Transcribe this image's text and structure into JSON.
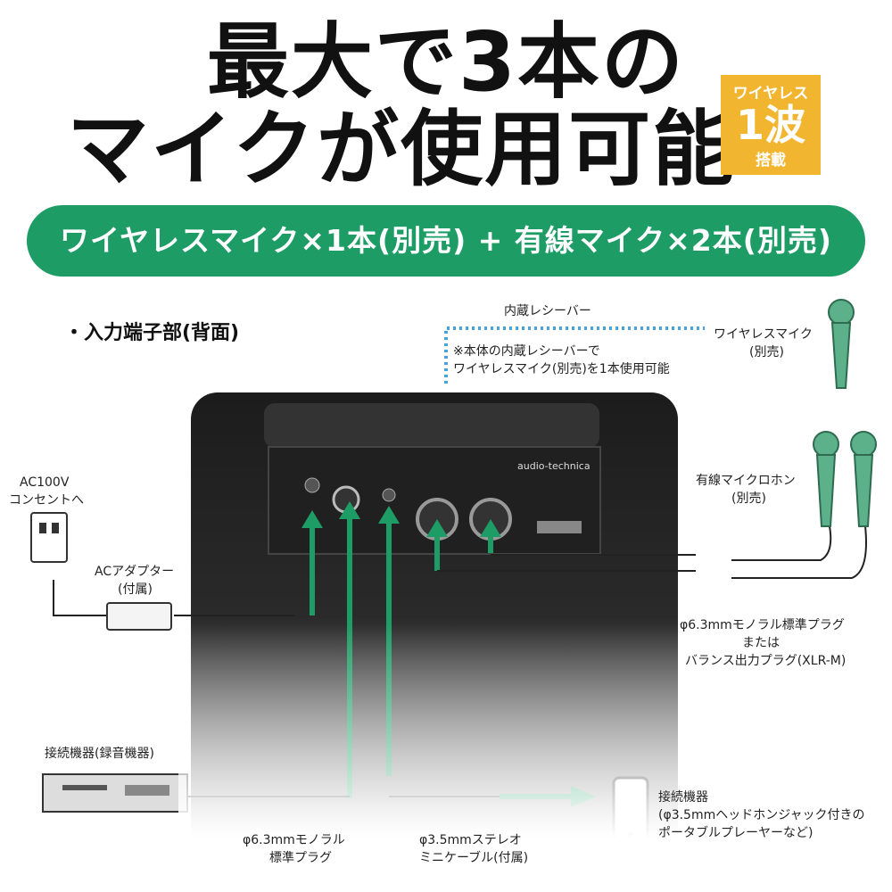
{
  "headline": {
    "line1": "最大で3本の",
    "line2": "マイクが使用可能"
  },
  "badge": {
    "top": "ワイヤレス",
    "middle": "1波",
    "bottom": "搭載"
  },
  "banner": {
    "text": "ワイヤレスマイク×1本(別売) + 有線マイク×2本(別売)"
  },
  "section_title": "・入力端子部(背面)",
  "labels": {
    "receiver": "内蔵レシーバー",
    "receiver_note_1": "※本体の内蔵レシーバーで",
    "receiver_note_2": "ワイヤレスマイク(別売)を1本使用可能",
    "wireless_mic_1": "ワイヤレスマイク",
    "wireless_mic_2": "(別売)",
    "ac_1": "AC100V",
    "ac_2": "コンセントへ",
    "adapter_1": "ACアダプター",
    "adapter_2": "(付属)",
    "wired_mic_1": "有線マイクロホン",
    "wired_mic_2": "(別売)",
    "plug_1": "φ6.3mmモノラル標準プラグ",
    "plug_2": "または",
    "plug_3": "バランス出力プラグ(XLR-M)",
    "device_rec": "接続機器(録音機器)",
    "mono_plug_1": "φ6.3mmモノラル",
    "mono_plug_2": "標準プラグ",
    "stereo_1": "φ3.5mmステレオ",
    "stereo_2": "ミニケーブル(付属)",
    "device_player_1": "接続機器",
    "device_player_2": "(φ3.5mmヘッドホンジャック付きの",
    "device_player_3": "ポータブルプレーヤーなど)",
    "brand": "audio-technica"
  },
  "colors": {
    "green": "#1e9c66",
    "badge": "#f1b52f",
    "mic": "#5cb08a"
  }
}
